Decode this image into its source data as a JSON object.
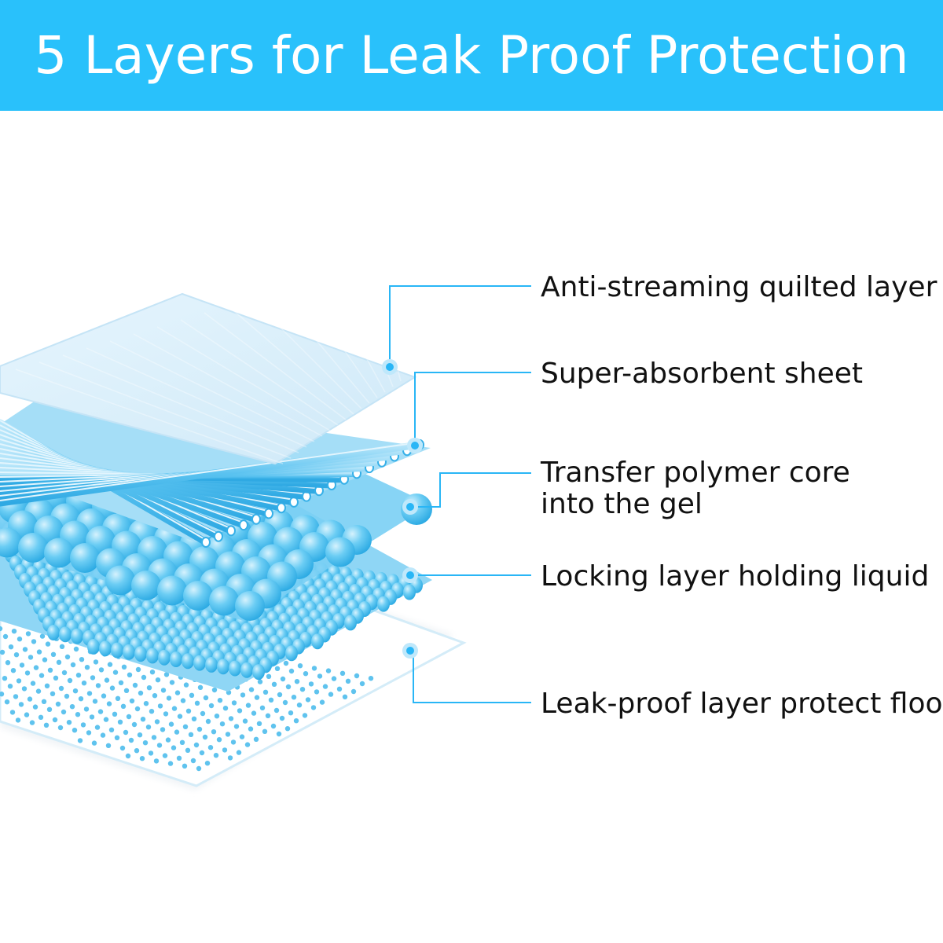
{
  "header": {
    "title": "5 Layers for Leak Proof Protection",
    "background_color": "#29c1fb",
    "text_color": "#ffffff"
  },
  "diagram": {
    "accent_color": "#29b6f6",
    "layer_colors": {
      "quilted": "#def0fb",
      "tubes": "#7fd3f4",
      "spheres": "#5cc7f2",
      "locking": "#52c0ee",
      "dots": "#5fc3ee"
    },
    "layers": [
      {
        "id": "quilted",
        "label": "Anti-streaming quilted layer",
        "lines": [
          "Anti-streaming quilted layer"
        ]
      },
      {
        "id": "absorbent",
        "label": "Super-absorbent sheet",
        "lines": [
          "Super-absorbent sheet"
        ]
      },
      {
        "id": "polymer",
        "label": "Transfer polymer core into the gel",
        "lines": [
          "Transfer polymer core",
          "into the gel"
        ]
      },
      {
        "id": "locking",
        "label": "Locking layer holding liquid",
        "lines": [
          "Locking layer holding liquid"
        ]
      },
      {
        "id": "leakproof",
        "label": "Leak-proof layer protect floor",
        "lines": [
          "Leak-proof layer protect floor"
        ]
      }
    ]
  }
}
